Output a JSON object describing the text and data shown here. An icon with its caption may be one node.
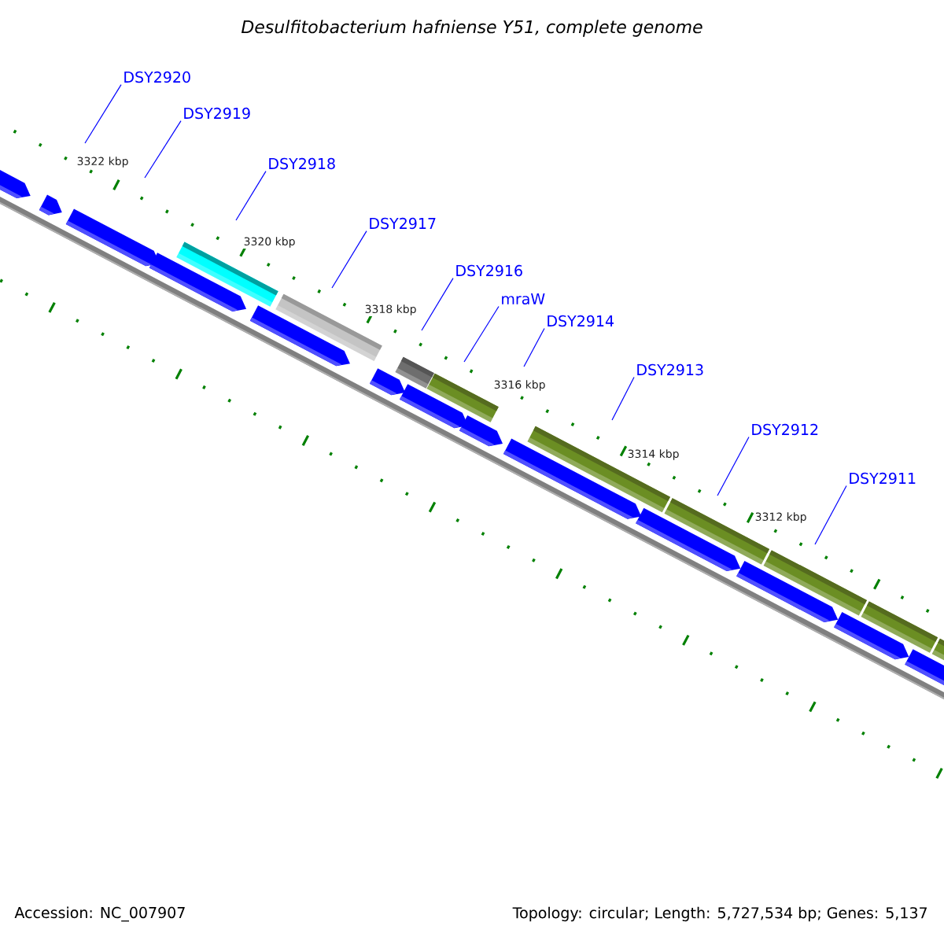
{
  "diagram": {
    "title": "Desulfitobacterium hafniense Y51, complete genome",
    "nodes": [
      {
        "text": [
          "DSY2920"
        ]
      },
      {
        "text": [
          "DSY2919"
        ]
      },
      {
        "text": [
          "DSY2918"
        ]
      },
      {
        "text": [
          "DSY2917"
        ]
      },
      {
        "text": [
          "DSY2916"
        ]
      },
      {
        "text": [
          "mraW"
        ]
      },
      {
        "text": [
          "DSY2914"
        ]
      },
      {
        "text": [
          "DSY2913"
        ]
      },
      {
        "text": [
          "DSY2912"
        ]
      },
      {
        "text": [
          "DSY2911"
        ]
      }
    ],
    "edges": [
      {
        "from": 0,
        "to": null,
        "arrow": "none"
      },
      {
        "from": 1,
        "to": null,
        "arrow": "none"
      },
      {
        "from": 2,
        "to": null,
        "arrow": "none"
      },
      {
        "from": 3,
        "to": null,
        "arrow": "none"
      },
      {
        "from": 4,
        "to": null,
        "arrow": "none"
      },
      {
        "from": 5,
        "to": null,
        "arrow": "none"
      },
      {
        "from": 6,
        "to": null,
        "arrow": "none"
      },
      {
        "from": 7,
        "to": null,
        "arrow": "none"
      },
      {
        "from": 8,
        "to": null,
        "arrow": "none"
      },
      {
        "from": 9,
        "to": null,
        "arrow": "none"
      }
    ],
    "labels": [
      "3322 kbp",
      "3320 kbp",
      "3318 kbp",
      "3316 kbp",
      "3314 kbp",
      "3312 kbp",
      "Accession: NC_007907",
      "Topology: circular; Length: 5,727,534 bp; Genes: 5,137"
    ]
  }
}
